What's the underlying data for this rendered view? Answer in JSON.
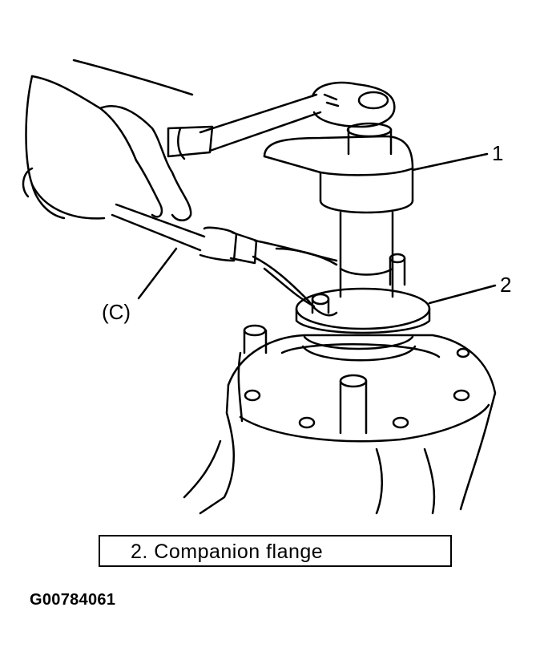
{
  "callouts": {
    "one": "1",
    "two": "2",
    "c": "(C)"
  },
  "legend": {
    "text": "2.   Companion flange"
  },
  "figure_id": "G00784061",
  "colors": {
    "ink": "#000000",
    "paper": "#ffffff"
  }
}
